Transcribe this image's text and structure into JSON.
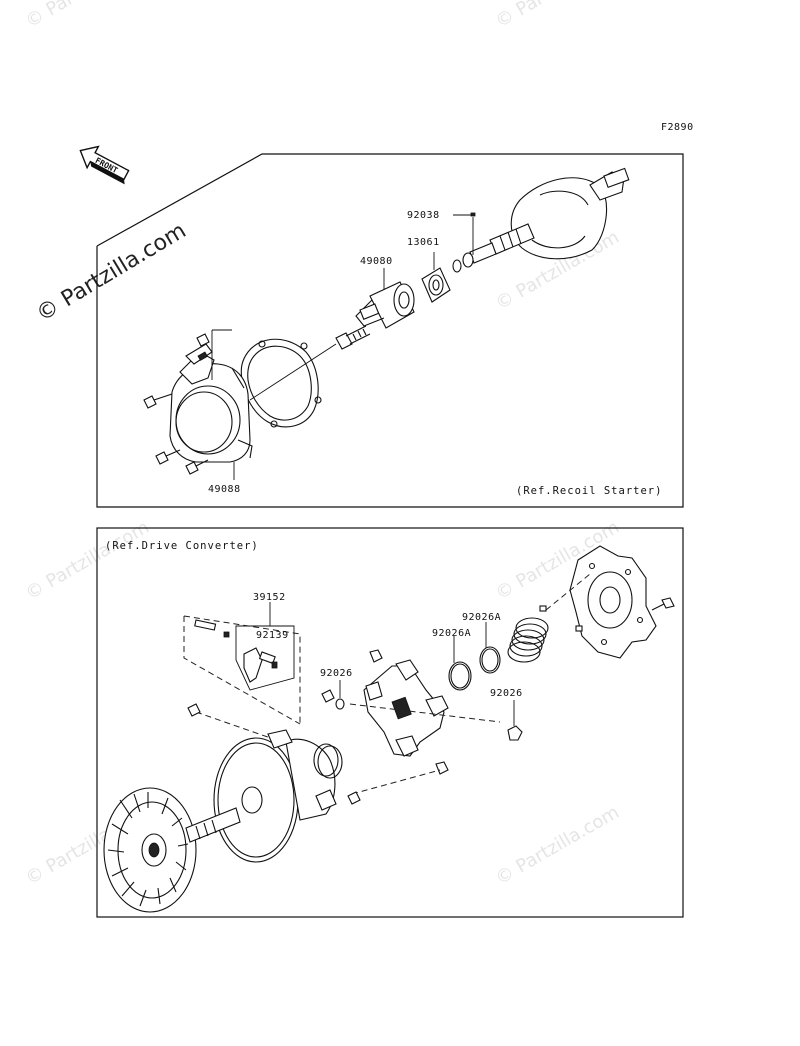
{
  "figure_code": "F2890",
  "front_marker": "FRONT",
  "watermark": {
    "main": "© Partzilla.com",
    "tile": "© Partzilla.com"
  },
  "upper_panel": {
    "ref_note": "(Ref.Recoil Starter)",
    "parts": {
      "p92038": "92038",
      "p13061": "13061",
      "p49080": "49080",
      "p49088": "49088"
    }
  },
  "lower_panel": {
    "ref_note": "(Ref.Drive Converter)",
    "parts": {
      "p39152": "39152",
      "p92139": "92139",
      "p92026a_top": "92026A",
      "p92026a_mid": "92026A",
      "p92026_left": "92026",
      "p92026_right": "92026"
    }
  }
}
